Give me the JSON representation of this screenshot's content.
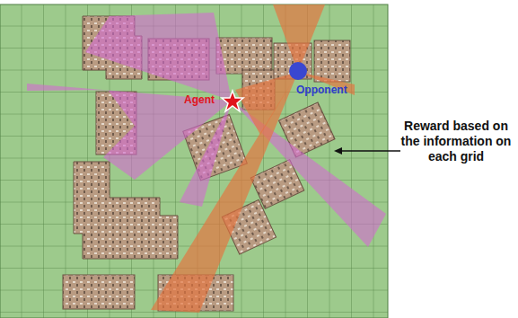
{
  "diagram": {
    "labels": [
      "Agent",
      "Opponent",
      "Reward based on the information on each grid"
    ]
  }
}
